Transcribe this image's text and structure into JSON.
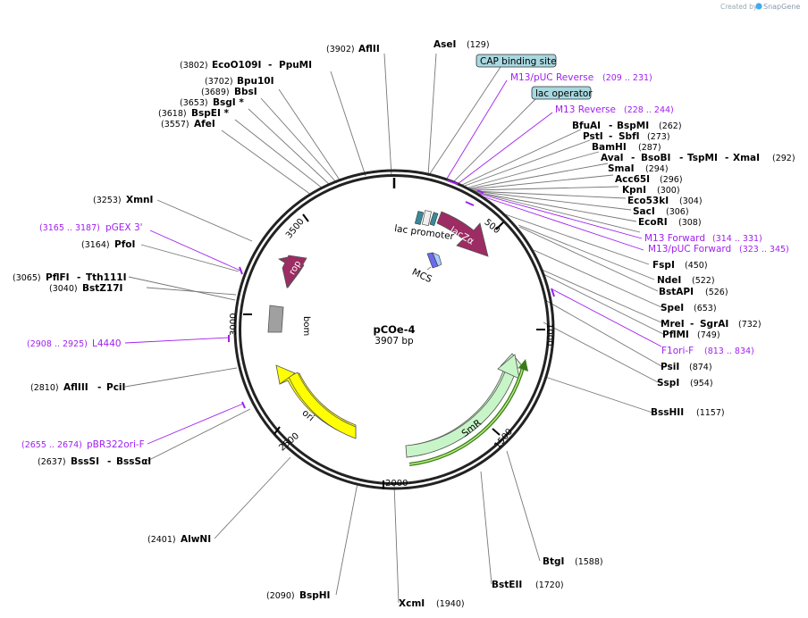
{
  "credit": {
    "text": "Created by",
    "brand": "SnapGene"
  },
  "plasmid": {
    "name": "pCOe-4",
    "size_label": "3907 bp",
    "length": 3907
  },
  "ticks": [
    {
      "pos": 500,
      "label": "500"
    },
    {
      "pos": 1000,
      "label": "1000"
    },
    {
      "pos": 1500,
      "label": "1500"
    },
    {
      "pos": 2000,
      "label": "2000"
    },
    {
      "pos": 2500,
      "label": "2500"
    },
    {
      "pos": 3000,
      "label": "3000"
    },
    {
      "pos": 3500,
      "label": "3500"
    }
  ],
  "features": [
    {
      "name": "lacZα",
      "start": 320,
      "end": 640,
      "dir": "cw",
      "color": "#9c2c63",
      "text_color": "#ffffff"
    },
    {
      "name": "SmR",
      "start": 1040,
      "end": 1830,
      "dir": "ccw",
      "color": "#c8f5c8",
      "text_color": "#000000"
    },
    {
      "name": "ori",
      "start": 1950,
      "end": 2540,
      "dir": "ccw",
      "color": "#ffff00",
      "text_color": "#000000"
    },
    {
      "name": "rop",
      "start": 3310,
      "end": 3500,
      "dir": "ccw",
      "color": "#9c2c63",
      "text_color": "#ffffff"
    },
    {
      "name": "bom",
      "start": 3050,
      "end": 3150,
      "dir": "none",
      "color": "#a0a0a0",
      "text_color": "#000000"
    }
  ],
  "small_features": [
    {
      "name": "lac promoter",
      "kind": "promoter"
    },
    {
      "name": "MCS",
      "kind": "mcs"
    },
    {
      "name": "lac operator",
      "kind": "operator"
    }
  ],
  "boxed_labels": [
    {
      "name": "CAP binding site"
    },
    {
      "name": "lac operator"
    }
  ],
  "enzymes": [
    {
      "name": "AflII",
      "pos": "(3902)"
    },
    {
      "name": "AseI",
      "pos": "(129)"
    },
    {
      "name": "EcoO109I",
      "name2": "PpuMI",
      "pos": "(3802)"
    },
    {
      "name": "Bpu10I",
      "pos": "(3702)"
    },
    {
      "name": "BbsI",
      "pos": "(3689)"
    },
    {
      "name": "BsgI *",
      "pos": "(3653)"
    },
    {
      "name": "BspEI *",
      "pos": "(3618)"
    },
    {
      "name": "AfeI",
      "pos": "(3557)"
    },
    {
      "name": "BfuAI",
      "name2": "BspMI",
      "pos": "(262)"
    },
    {
      "name": "PstI",
      "name2": "SbfI",
      "pos": "(273)"
    },
    {
      "name": "BamHI",
      "pos": "(287)"
    },
    {
      "name": "AvaI",
      "name2": "BsoBI",
      "name3": "TspMI",
      "name4": "XmaI",
      "pos": "(292)"
    },
    {
      "name": "SmaI",
      "pos": "(294)"
    },
    {
      "name": "Acc65I",
      "pos": "(296)"
    },
    {
      "name": "KpnI",
      "pos": "(300)"
    },
    {
      "name": "Eco53kI",
      "pos": "(304)"
    },
    {
      "name": "SacI",
      "pos": "(306)"
    },
    {
      "name": "EcoRI",
      "pos": "(308)"
    },
    {
      "name": "FspI",
      "pos": "(450)"
    },
    {
      "name": "NdeI",
      "pos": "(522)"
    },
    {
      "name": "BstAPI",
      "pos": "(526)"
    },
    {
      "name": "SpeI",
      "pos": "(653)"
    },
    {
      "name": "MreI",
      "name2": "SgrAI",
      "pos": "(732)"
    },
    {
      "name": "PflMI",
      "pos": "(749)"
    },
    {
      "name": "PsiI",
      "pos": "(874)"
    },
    {
      "name": "SspI",
      "pos": "(954)"
    },
    {
      "name": "BssHII",
      "pos": "(1157)"
    },
    {
      "name": "BtgI",
      "pos": "(1588)"
    },
    {
      "name": "BstEII",
      "pos": "(1720)"
    },
    {
      "name": "XcmI",
      "pos": "(1940)"
    },
    {
      "name": "BspHI",
      "pos": "(2090)"
    },
    {
      "name": "AlwNI",
      "pos": "(2401)"
    },
    {
      "name": "BssSI",
      "name2": "BssSαI",
      "pos": "(2637)"
    },
    {
      "name": "AflIII",
      "name2": "PciI",
      "pos": "(2810)"
    },
    {
      "name": "PflFI",
      "name2": "Tth111I",
      "pos": "(3065)"
    },
    {
      "name": "BstZ17I",
      "pos": "(3040)"
    },
    {
      "name": "PfoI",
      "pos": "(3164)"
    },
    {
      "name": "XmnI",
      "pos": "(3253)"
    }
  ],
  "primers": [
    {
      "name": "M13/pUC Reverse",
      "range": "(209 .. 231)"
    },
    {
      "name": "M13 Reverse",
      "range": "(228 .. 244)"
    },
    {
      "name": "M13 Forward",
      "range": "(314 .. 331)"
    },
    {
      "name": "M13/pUC Forward",
      "range": "(323 .. 345)"
    },
    {
      "name": "F1ori-F",
      "range": "(813 .. 834)"
    },
    {
      "name": "pGEX 3'",
      "range": "(3165 .. 3187)"
    },
    {
      "name": "L4440",
      "range": "(2908 .. 2925)"
    },
    {
      "name": "pBR322ori-F",
      "range": "(2655 .. 2674)"
    }
  ]
}
